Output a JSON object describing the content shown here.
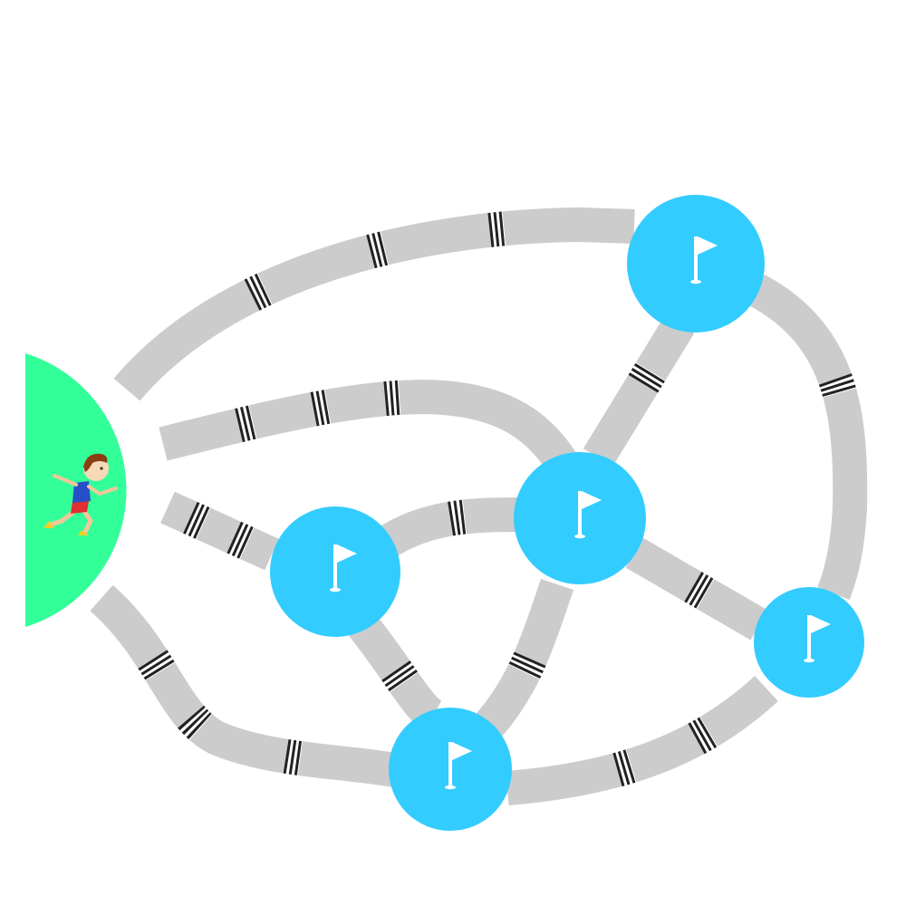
{
  "colors": {
    "background": "#ffffff",
    "road": "#cccccc",
    "gate_light": "#ffffff",
    "gate_dark": "#222222",
    "start_zone": "#33ff99",
    "node_fill": "#33ccff",
    "flag": "#ffffff",
    "flag_pole_shadow": "#b8d8e8"
  },
  "start": {
    "icon": "runner-icon"
  },
  "nodes": [
    {
      "id": "node-top",
      "icon": "flag-icon"
    },
    {
      "id": "node-center",
      "icon": "flag-icon"
    },
    {
      "id": "node-left",
      "icon": "flag-icon"
    },
    {
      "id": "node-right",
      "icon": "flag-icon"
    },
    {
      "id": "node-bottom",
      "icon": "flag-icon"
    }
  ],
  "paths": [
    {
      "from": "start",
      "to": "node-top",
      "gates": 3
    },
    {
      "from": "start",
      "to": "node-center",
      "gates": 3
    },
    {
      "from": "start",
      "to": "node-left",
      "gates": 2
    },
    {
      "from": "start",
      "to": "node-bottom",
      "gates": 3
    },
    {
      "from": "node-left",
      "to": "node-center",
      "gates": 1
    },
    {
      "from": "node-left",
      "to": "node-bottom",
      "gates": 1
    },
    {
      "from": "node-center",
      "to": "node-top",
      "gates": 1
    },
    {
      "from": "node-center",
      "to": "node-bottom",
      "gates": 1
    },
    {
      "from": "node-center",
      "to": "node-right",
      "gates": 1
    },
    {
      "from": "node-top",
      "to": "node-right",
      "gates": 1
    },
    {
      "from": "node-bottom",
      "to": "node-right",
      "gates": 2
    }
  ]
}
